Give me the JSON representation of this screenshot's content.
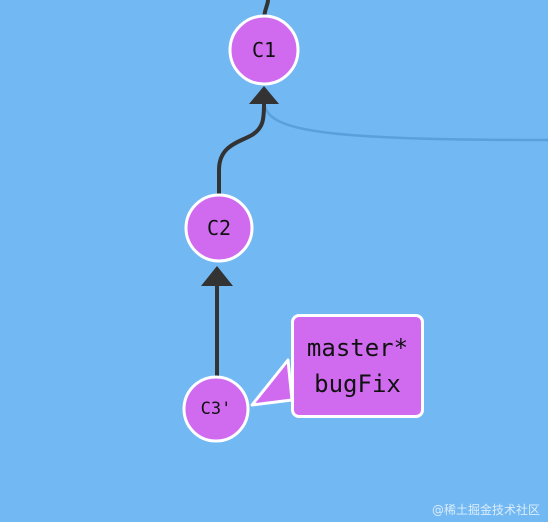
{
  "commits": [
    {
      "id": "c1",
      "label": "C1"
    },
    {
      "id": "c2",
      "label": "C2"
    },
    {
      "id": "c3",
      "label": "C3'"
    }
  ],
  "branch_tag": {
    "names": [
      "master*",
      "bugFix"
    ]
  },
  "watermark": "@稀土掘金技术社区",
  "colors": {
    "background": "#72b8f2",
    "node_fill": "#d06bf0",
    "node_stroke": "#ffffff",
    "edge": "#333333",
    "faint_edge": "#5aa0dc"
  }
}
